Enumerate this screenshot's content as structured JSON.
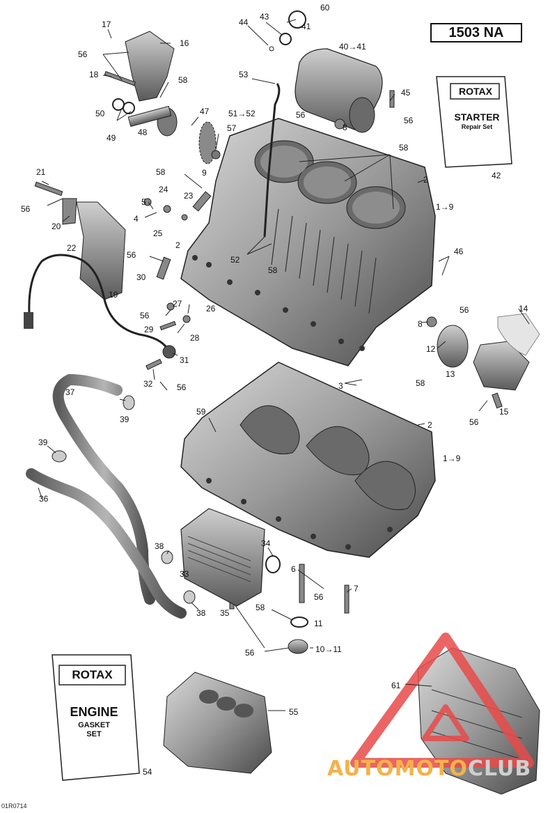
{
  "diagram": {
    "model": "1503 NA",
    "drawing_code": "01R0714",
    "starter_booklet": {
      "brand": "ROTAX",
      "title": "STARTER",
      "subtitle": "Repair Set"
    },
    "engine_booklet": {
      "brand": "ROTAX",
      "title": "ENGINE",
      "subtitle1": "GASKET",
      "subtitle2": "SET"
    },
    "watermark": {
      "part1": "AUTOMOTO",
      "part2": "CLUB"
    },
    "labels": [
      {
        "id": "l17",
        "text": "17"
      },
      {
        "id": "l16",
        "text": "16"
      },
      {
        "id": "l56a",
        "text": "56"
      },
      {
        "id": "l18",
        "text": "18"
      },
      {
        "id": "l58a",
        "text": "58"
      },
      {
        "id": "l50",
        "text": "50"
      },
      {
        "id": "l49",
        "text": "49"
      },
      {
        "id": "l48",
        "text": "48"
      },
      {
        "id": "l47",
        "text": "47"
      },
      {
        "id": "l57",
        "text": "57"
      },
      {
        "id": "l9",
        "text": "9"
      },
      {
        "id": "l44",
        "text": "44"
      },
      {
        "id": "l43",
        "text": "43"
      },
      {
        "id": "l60",
        "text": "60"
      },
      {
        "id": "l41",
        "text": "41"
      },
      {
        "id": "l4041",
        "text": "40→41"
      },
      {
        "id": "l53",
        "text": "53"
      },
      {
        "id": "l5152",
        "text": "51→52"
      },
      {
        "id": "l56b",
        "text": "56"
      },
      {
        "id": "l8a",
        "text": "8"
      },
      {
        "id": "l45",
        "text": "45"
      },
      {
        "id": "l56c",
        "text": "56"
      },
      {
        "id": "l58b",
        "text": "58"
      },
      {
        "id": "l42",
        "text": "42"
      },
      {
        "id": "l21",
        "text": "21"
      },
      {
        "id": "l56d",
        "text": "56"
      },
      {
        "id": "l20",
        "text": "20"
      },
      {
        "id": "l58c",
        "text": "58"
      },
      {
        "id": "l24",
        "text": "24"
      },
      {
        "id": "l23",
        "text": "23"
      },
      {
        "id": "l5",
        "text": "5"
      },
      {
        "id": "l4",
        "text": "4"
      },
      {
        "id": "l25",
        "text": "25"
      },
      {
        "id": "l2a",
        "text": "2"
      },
      {
        "id": "l22",
        "text": "22"
      },
      {
        "id": "l2b",
        "text": "2"
      },
      {
        "id": "l19a",
        "text": "1→9"
      },
      {
        "id": "l46",
        "text": "46"
      },
      {
        "id": "l52",
        "text": "52"
      },
      {
        "id": "l58d",
        "text": "58"
      },
      {
        "id": "l56e",
        "text": "56"
      },
      {
        "id": "l30",
        "text": "30"
      },
      {
        "id": "l19",
        "text": "19"
      },
      {
        "id": "l27",
        "text": "27"
      },
      {
        "id": "l26",
        "text": "26"
      },
      {
        "id": "l56f",
        "text": "56"
      },
      {
        "id": "l29",
        "text": "29"
      },
      {
        "id": "l28",
        "text": "28"
      },
      {
        "id": "l31",
        "text": "31"
      },
      {
        "id": "l32",
        "text": "32"
      },
      {
        "id": "l56g",
        "text": "56"
      },
      {
        "id": "l14",
        "text": "14"
      },
      {
        "id": "l56h",
        "text": "56"
      },
      {
        "id": "l8b",
        "text": "8"
      },
      {
        "id": "l12",
        "text": "12"
      },
      {
        "id": "l58e",
        "text": "58"
      },
      {
        "id": "l13",
        "text": "13"
      },
      {
        "id": "l3",
        "text": "3"
      },
      {
        "id": "l37",
        "text": "37"
      },
      {
        "id": "l39a",
        "text": "39"
      },
      {
        "id": "l59",
        "text": "59"
      },
      {
        "id": "l2c",
        "text": "2"
      },
      {
        "id": "l15",
        "text": "15"
      },
      {
        "id": "l56i",
        "text": "56"
      },
      {
        "id": "l39b",
        "text": "39"
      },
      {
        "id": "l19b",
        "text": "1→9"
      },
      {
        "id": "l36",
        "text": "36"
      },
      {
        "id": "l34",
        "text": "34"
      },
      {
        "id": "l38a",
        "text": "38"
      },
      {
        "id": "l33",
        "text": "33"
      },
      {
        "id": "l6",
        "text": "6"
      },
      {
        "id": "l7",
        "text": "7"
      },
      {
        "id": "l56j",
        "text": "56"
      },
      {
        "id": "l58f",
        "text": "58"
      },
      {
        "id": "l35",
        "text": "35"
      },
      {
        "id": "l38b",
        "text": "38"
      },
      {
        "id": "l11",
        "text": "11"
      },
      {
        "id": "l56k",
        "text": "56"
      },
      {
        "id": "l1011",
        "text": "10→11"
      },
      {
        "id": "l55",
        "text": "55"
      },
      {
        "id": "l61",
        "text": "61"
      },
      {
        "id": "l54",
        "text": "54"
      }
    ]
  }
}
